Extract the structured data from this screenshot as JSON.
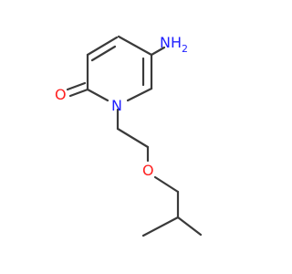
{
  "molecule": {
    "atoms": [
      {
        "id": "nh2",
        "text": "NH",
        "sub": "2",
        "color": "#1f1fff"
      },
      {
        "id": "n1",
        "text": "N",
        "sub": "",
        "color": "#1f1fff"
      },
      {
        "id": "o_carbonyl",
        "text": "O",
        "sub": "",
        "color": "#ff2020"
      },
      {
        "id": "o_ether",
        "text": "O",
        "sub": "",
        "color": "#ff2020"
      }
    ]
  },
  "colors": {
    "bond": "#3a3a3a",
    "nitrogen": "#1f1fff",
    "oxygen": "#ff2020",
    "background": "#ffffff"
  }
}
